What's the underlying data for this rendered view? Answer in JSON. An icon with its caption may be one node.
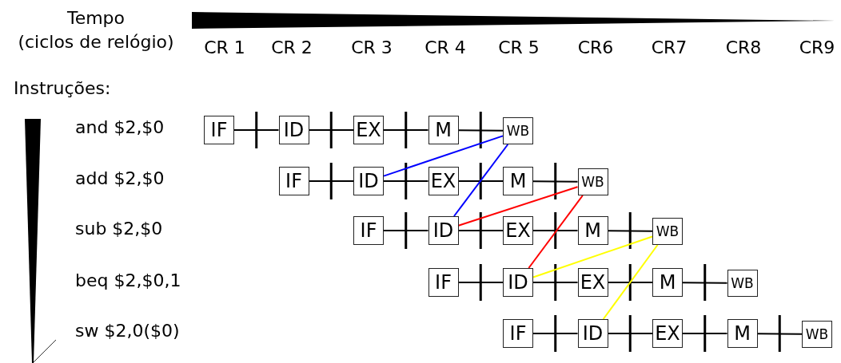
{
  "diagram": {
    "nodes": [
      {
        "text": [
          "IF"
        ]
      },
      {
        "text": [
          "ID"
        ]
      },
      {
        "text": [
          "EX"
        ]
      },
      {
        "text": [
          "M"
        ]
      },
      {
        "text": [
          "WB"
        ]
      },
      {
        "text": [
          "IF"
        ]
      },
      {
        "text": [
          "ID"
        ]
      },
      {
        "text": [
          "EX"
        ]
      },
      {
        "text": [
          "M"
        ]
      },
      {
        "text": [
          "WB"
        ]
      },
      {
        "text": [
          "IF"
        ]
      },
      {
        "text": [
          "ID"
        ]
      },
      {
        "text": [
          "EX"
        ]
      },
      {
        "text": [
          "M"
        ]
      },
      {
        "text": [
          "WB"
        ]
      },
      {
        "text": [
          "IF"
        ]
      },
      {
        "text": [
          "ID"
        ]
      },
      {
        "text": [
          "EX"
        ]
      },
      {
        "text": [
          "M"
        ]
      },
      {
        "text": [
          "WB"
        ]
      },
      {
        "text": [
          "IF"
        ]
      },
      {
        "text": [
          "ID"
        ]
      },
      {
        "text": [
          "EX"
        ]
      },
      {
        "text": [
          "M"
        ]
      },
      {
        "text": [
          "WB"
        ]
      }
    ],
    "edges": [
      {
        "from": 0,
        "to": 1,
        "arrow": "none"
      },
      {
        "from": 1,
        "to": 2,
        "arrow": "none"
      },
      {
        "from": 2,
        "to": 3,
        "arrow": "none"
      },
      {
        "from": 3,
        "to": 4,
        "arrow": "none"
      },
      {
        "from": 5,
        "to": 6,
        "arrow": "none"
      },
      {
        "from": 6,
        "to": 7,
        "arrow": "none"
      },
      {
        "from": 7,
        "to": 8,
        "arrow": "none"
      },
      {
        "from": 8,
        "to": 9,
        "arrow": "none"
      },
      {
        "from": 10,
        "to": 11,
        "arrow": "none"
      },
      {
        "from": 11,
        "to": 12,
        "arrow": "none"
      },
      {
        "from": 12,
        "to": 13,
        "arrow": "none"
      },
      {
        "from": 13,
        "to": 14,
        "arrow": "none"
      },
      {
        "from": 15,
        "to": 16,
        "arrow": "none"
      },
      {
        "from": 16,
        "to": 17,
        "arrow": "none"
      },
      {
        "from": 17,
        "to": 18,
        "arrow": "none"
      },
      {
        "from": 18,
        "to": 19,
        "arrow": "none"
      },
      {
        "from": 20,
        "to": 21,
        "arrow": "none"
      },
      {
        "from": 21,
        "to": 22,
        "arrow": "none"
      },
      {
        "from": 22,
        "to": 23,
        "arrow": "none"
      },
      {
        "from": 23,
        "to": 24,
        "arrow": "none"
      },
      {
        "from": 4,
        "to": 6,
        "arrow": "none",
        "color": "#0000ff"
      },
      {
        "from": 4,
        "to": 11,
        "arrow": "none",
        "color": "#0000ff"
      },
      {
        "from": 9,
        "to": 11,
        "arrow": "none",
        "color": "#ff0000"
      },
      {
        "from": 9,
        "to": 16,
        "arrow": "none",
        "color": "#ff0000"
      },
      {
        "from": 14,
        "to": 16,
        "arrow": "none",
        "color": "#ffff00"
      },
      {
        "from": 14,
        "to": 21,
        "arrow": "none",
        "color": "#ffff00"
      }
    ],
    "labels": [
      "Tempo (ciclos de relógio)",
      "CR 1",
      "CR 2",
      "CR 3",
      "CR 4",
      "CR 5",
      "CR6",
      "CR7",
      "CR8",
      "CR9",
      "Instruções:",
      "and $2,$0",
      "add $2,$0",
      "sub $2,$0",
      "beq $2,$0,1",
      "sw $2,0($0)"
    ]
  }
}
